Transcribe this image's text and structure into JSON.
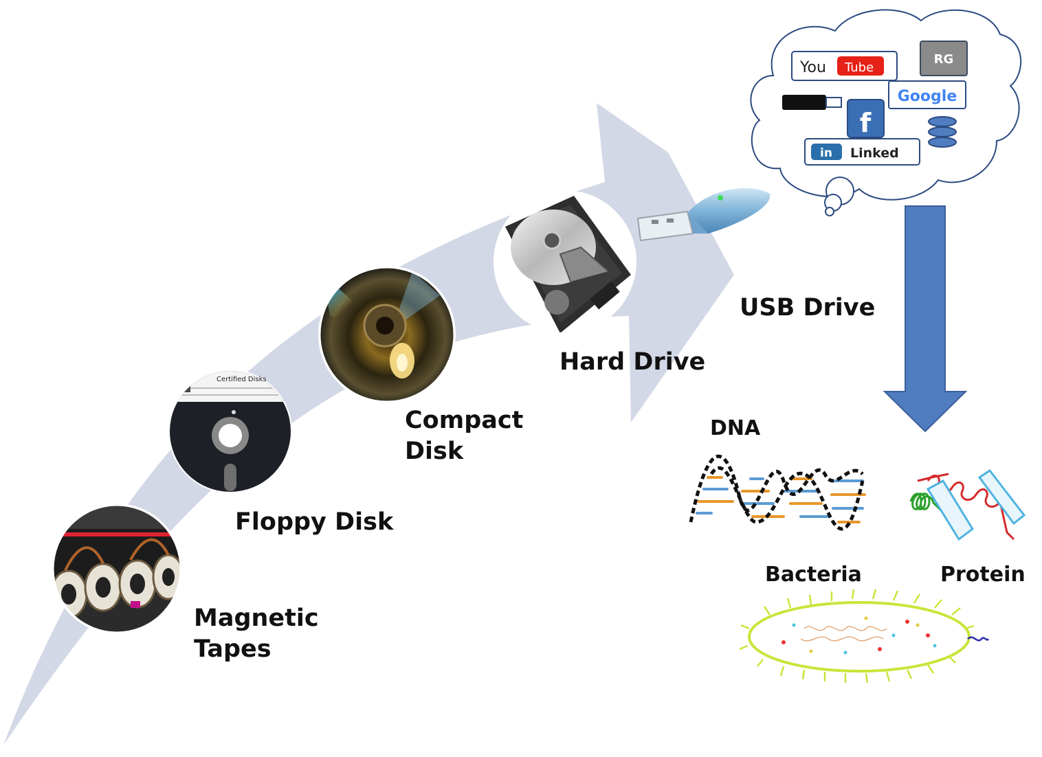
{
  "stages": [
    {
      "label_lines": [
        "Magnetic",
        "Tapes"
      ],
      "icon": "magnetic-tape-reels"
    },
    {
      "label_lines": [
        "Floppy Disk"
      ],
      "icon": "floppy-disk",
      "disk_label": "Certified Disks"
    },
    {
      "label_lines": [
        "Compact",
        "Disk"
      ],
      "icon": "compact-disc"
    },
    {
      "label_lines": [
        "Hard Drive"
      ],
      "icon": "hard-drive"
    },
    {
      "label_lines": [
        "USB Drive"
      ],
      "icon": "usb-drive"
    }
  ],
  "cloud": {
    "youtube": {
      "left": "You",
      "right": "Tube"
    },
    "researchgate": "RG",
    "google": "Google",
    "facebook": "f",
    "linkedin": {
      "badge": "in",
      "text": "Linked"
    }
  },
  "future": {
    "dna": "DNA",
    "protein": "Protein",
    "bacteria": "Bacteria"
  },
  "colors": {
    "arrow_fill": "#d3d8e6",
    "down_arrow": "#4f7dc0",
    "down_arrow_stroke": "#3a5f9a",
    "youtube_red": "#e62117",
    "facebook_blue": "#3b5998",
    "linkedin_blue": "#2a6fab",
    "bacteria_green": "#c6e63a"
  }
}
